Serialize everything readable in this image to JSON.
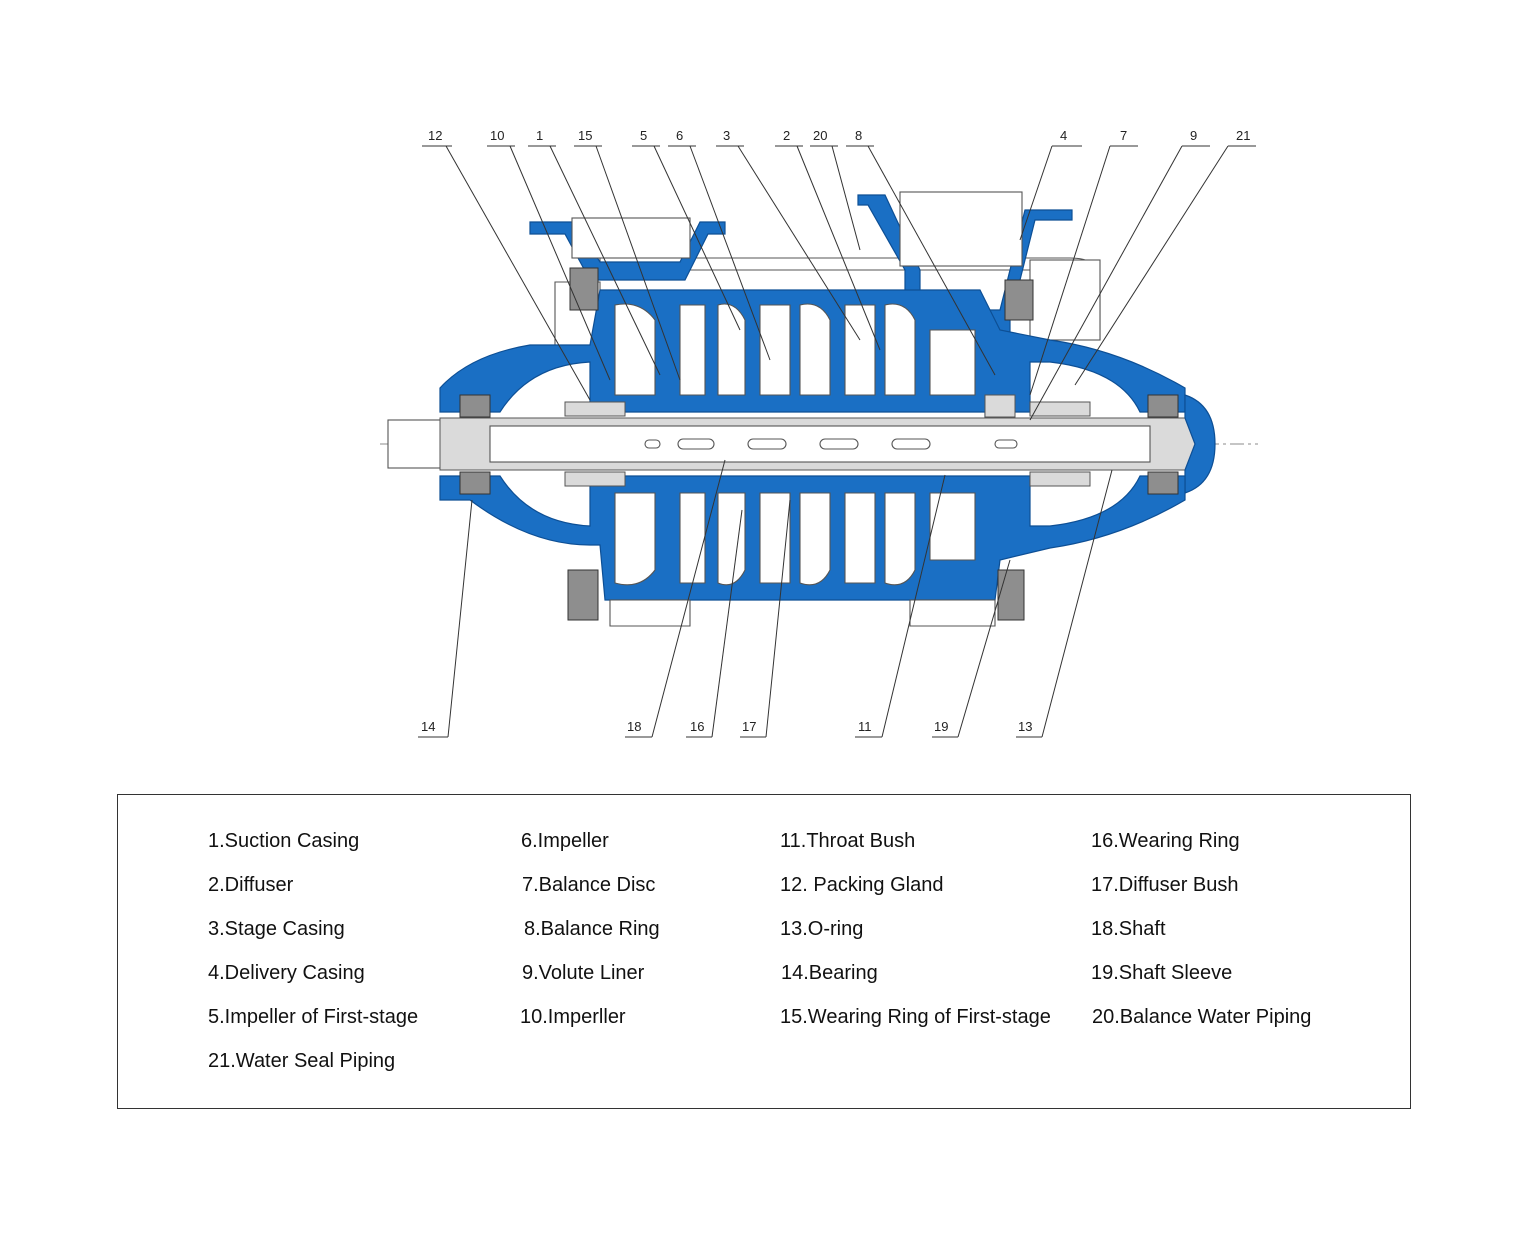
{
  "callouts_top": [
    "12",
    "10",
    "1",
    "15",
    "5",
    "6",
    "3",
    "2",
    "20",
    "8",
    "4",
    "7",
    "9",
    "21"
  ],
  "callouts_bottom": [
    "14",
    "18",
    "16",
    "17",
    "11",
    "19",
    "13"
  ],
  "colors": {
    "casing": "#1a6fc4",
    "outline": "#333333",
    "background": "#ffffff"
  },
  "legend": {
    "items": [
      "1.Suction Casing",
      "2.Diffuser",
      "3.Stage Casing",
      "4.Delivery Casing",
      "5.Impeller of First-stage",
      "21.Water Seal Piping",
      "6.Impeller",
      "7.Balance Disc",
      "8.Balance Ring",
      "9.Volute Liner",
      "10.Imperller",
      "11.Throat  Bush",
      "12. Packing Gland",
      "13.O-ring",
      "14.Bearing",
      "15.Wearing Ring of  First-stage",
      "16.Wearing Ring",
      "17.Diffuser Bush",
      "18.Shaft",
      "19.Shaft Sleeve",
      "20.Balance Water Piping"
    ]
  }
}
